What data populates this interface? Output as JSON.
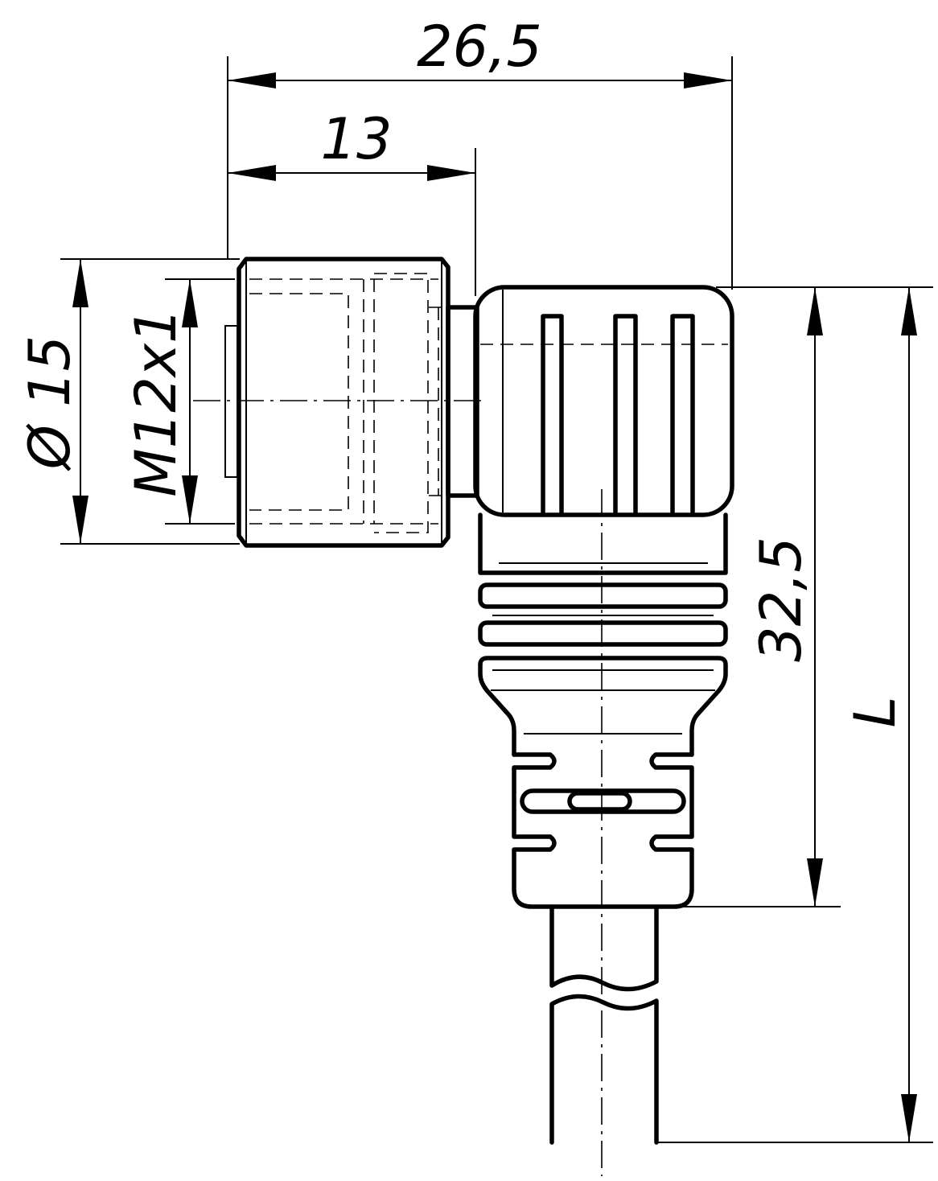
{
  "drawing": {
    "dimensions": {
      "overall_length": "26,5",
      "nut_length": "13",
      "outer_diameter": "Ø 15",
      "thread": "M12x1",
      "body_height": "32,5",
      "cable_length": "L"
    }
  }
}
